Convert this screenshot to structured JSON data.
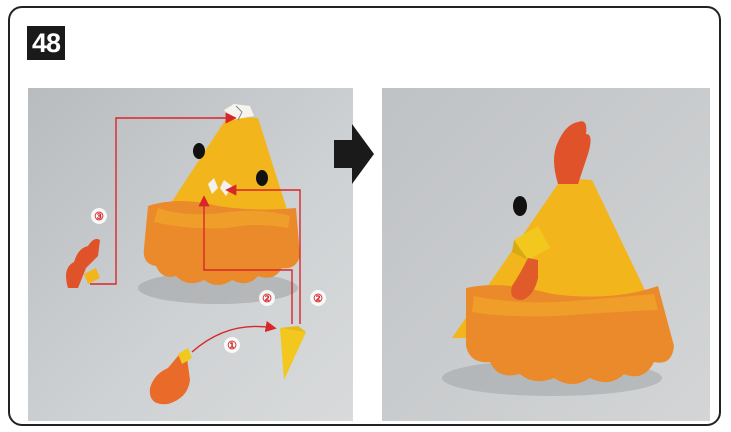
{
  "step": {
    "number": "48"
  },
  "callouts": [
    {
      "label": "①"
    },
    {
      "label": "②"
    },
    {
      "label": "②"
    },
    {
      "label": "③"
    }
  ],
  "colors": {
    "frame": "#222222",
    "badge": "#1a1a1a",
    "arrow_red": "#d8262b",
    "paper_yellow": "#f2b51c",
    "paper_orange": "#ea8a2a",
    "comb_red": "#e0532a",
    "next_arrow": "#1a1a1a"
  },
  "icons": {
    "next_arrow": "right-arrow-icon"
  }
}
